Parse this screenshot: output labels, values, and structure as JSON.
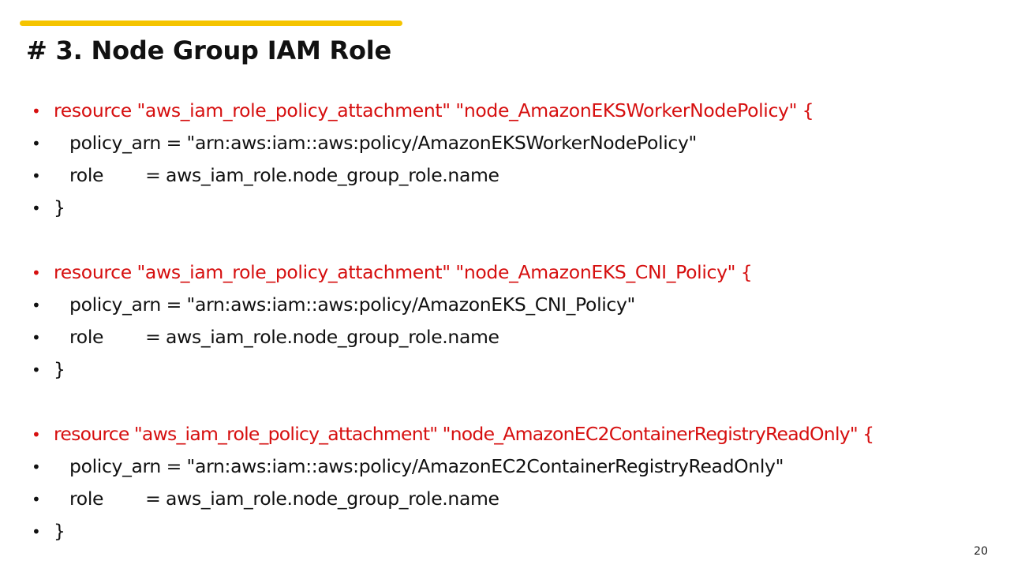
{
  "slide": {
    "title": "# 3. Node Group IAM Role",
    "page_number": "20",
    "accent_color": "#f5c400",
    "highlight_color": "#d60f0f"
  },
  "blocks": [
    {
      "lines": [
        "resource \"aws_iam_role_policy_attachment\" \"node_AmazonEKSWorkerNodePolicy\" {",
        "policy_arn = \"arn:aws:iam::aws:policy/AmazonEKSWorkerNodePolicy\"",
        "role        = aws_iam_role.node_group_role.name",
        "}"
      ]
    },
    {
      "lines": [
        "resource \"aws_iam_role_policy_attachment\" \"node_AmazonEKS_CNI_Policy\" {",
        "policy_arn = \"arn:aws:iam::aws:policy/AmazonEKS_CNI_Policy\"",
        "role        = aws_iam_role.node_group_role.name",
        "}"
      ]
    },
    {
      "lines": [
        "resource \"aws_iam_role_policy_attachment\" \"node_AmazonEC2ContainerRegistryReadOnly\" {",
        "policy_arn = \"arn:aws:iam::aws:policy/AmazonEC2ContainerRegistryReadOnly\"",
        "role        = aws_iam_role.node_group_role.name",
        "}"
      ]
    }
  ]
}
